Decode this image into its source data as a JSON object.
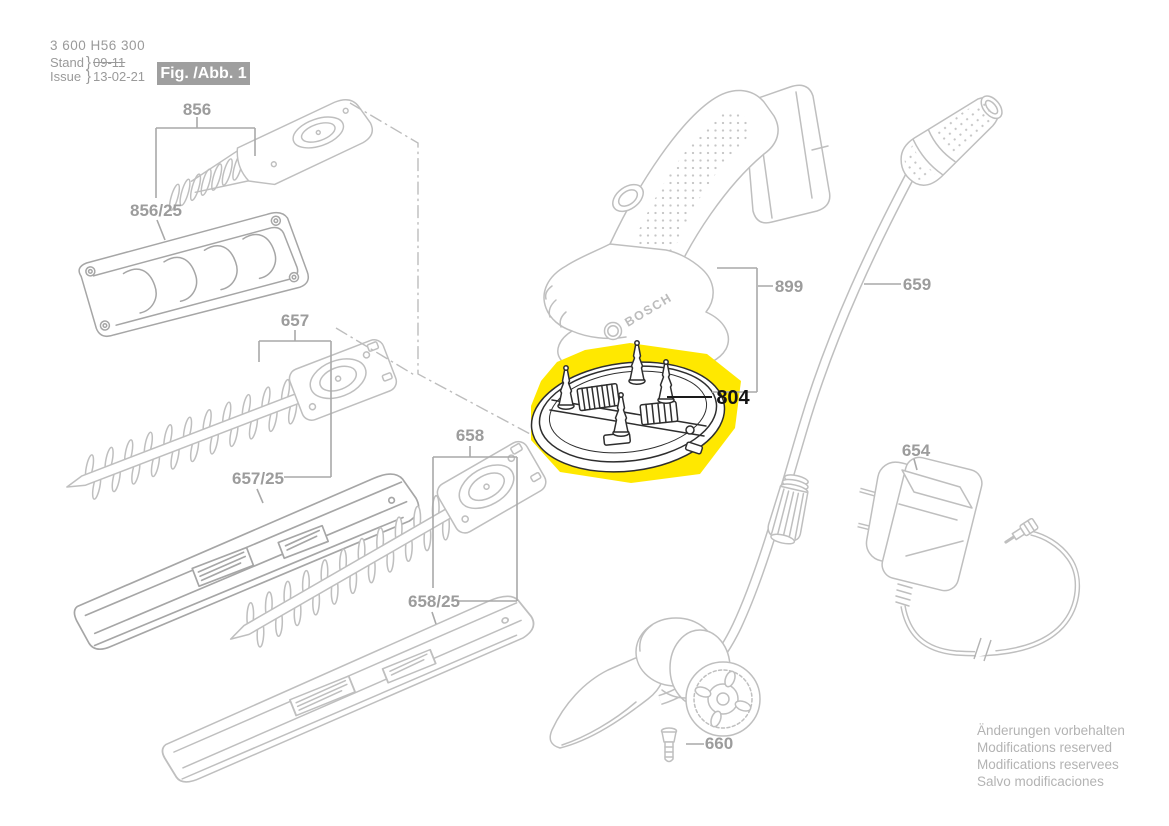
{
  "figure": {
    "document_number": "3 600 H56 300",
    "stand_label": "Stand",
    "issue_label": "Issue",
    "brace": "}",
    "revision_old": "09-11",
    "revision_date": "13-02-21",
    "figure_label": "Fig. /Abb. 1"
  },
  "parts": {
    "856": "856",
    "856_25": "856/25",
    "657": "657",
    "657_25": "657/25",
    "658": "658",
    "658_25": "658/25",
    "659": "659",
    "654": "654",
    "660": "660",
    "899": "899",
    "804": "804"
  },
  "selected_part": "804",
  "brand": {
    "tool_logo": "BOSCH"
  },
  "footer": {
    "lines": [
      "Änderungen vorbehalten",
      "Modifications reserved",
      "Modifications reservees",
      "Salvo modificaciones"
    ]
  },
  "colors": {
    "highlight": "#ffe800",
    "label_gray": "#9c9c9c",
    "selected_label": "#141414",
    "figure_box_bg": "#9f9f9f"
  }
}
